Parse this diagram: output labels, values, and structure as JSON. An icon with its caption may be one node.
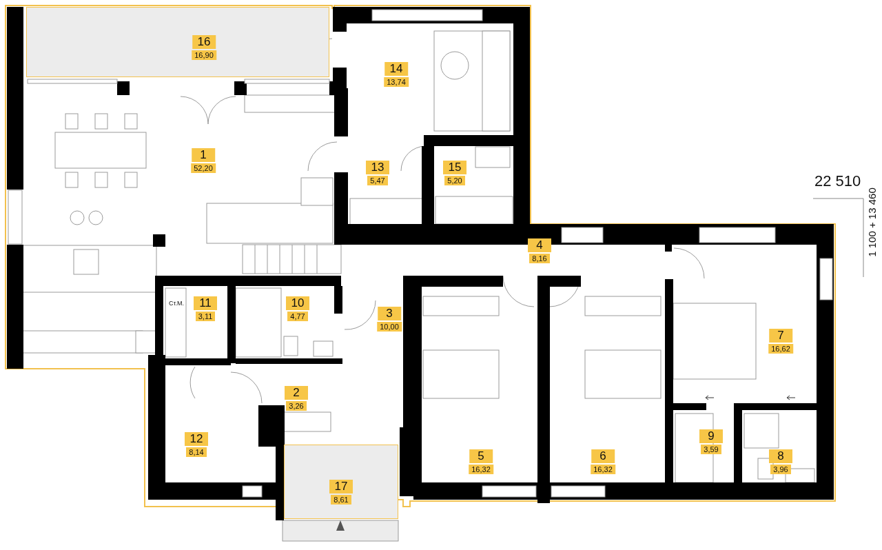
{
  "diagram": {
    "nodes": [
      {
        "text": [
          "1",
          "52,20"
        ]
      },
      {
        "text": [
          "2",
          "3,26"
        ]
      },
      {
        "text": [
          "3",
          "10,00"
        ]
      },
      {
        "text": [
          "4",
          "8,16"
        ]
      },
      {
        "text": [
          "5",
          "16,32"
        ]
      },
      {
        "text": [
          "6",
          "16,32"
        ]
      },
      {
        "text": [
          "7",
          "16,62"
        ]
      },
      {
        "text": [
          "8",
          "3,96"
        ]
      },
      {
        "text": [
          "9",
          "3,59"
        ]
      },
      {
        "text": [
          "10",
          "4,77"
        ]
      },
      {
        "text": [
          "11",
          "3,11"
        ]
      },
      {
        "text": [
          "12",
          "8,14"
        ]
      },
      {
        "text": [
          "13",
          "5,47"
        ]
      },
      {
        "text": [
          "14",
          "13,74"
        ]
      },
      {
        "text": [
          "15",
          "5,20"
        ]
      },
      {
        "text": [
          "16",
          "16,90"
        ]
      },
      {
        "text": [
          "17",
          "8,61"
        ]
      }
    ],
    "edges": [],
    "labels": [
      "22 510",
      "1 100 + 13 460",
      "Ст.М."
    ]
  }
}
